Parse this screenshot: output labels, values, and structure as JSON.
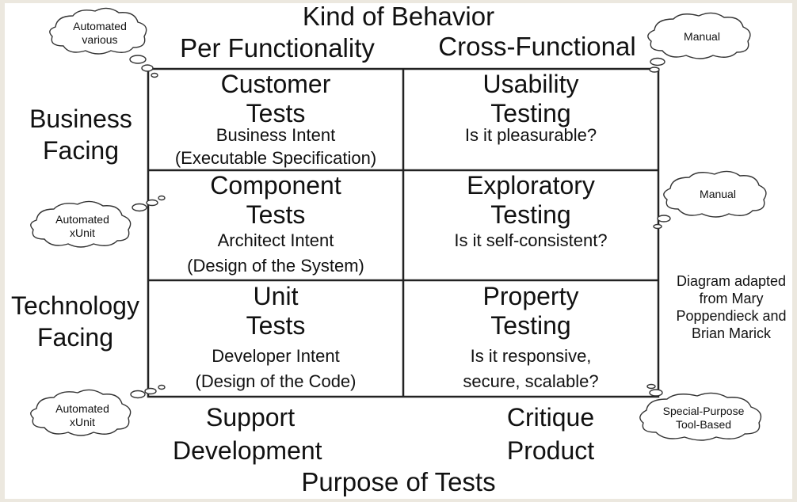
{
  "title_top": "Kind of Behavior",
  "title_bottom": "Purpose of Tests",
  "columns": [
    "Per Functionality",
    "Cross-Functional"
  ],
  "rows": [
    {
      "lines": [
        "Business",
        "Facing"
      ]
    },
    {
      "lines": [
        "Technology",
        "Facing"
      ]
    }
  ],
  "bottom_labels": [
    {
      "lines": [
        "Support",
        "Development"
      ]
    },
    {
      "lines": [
        "Critique",
        "Product"
      ]
    }
  ],
  "cells": [
    {
      "title": [
        "Customer",
        "Tests"
      ],
      "sub": [
        "Business Intent",
        "(Executable  Specification)"
      ]
    },
    {
      "title": [
        "Usability",
        "Testing"
      ],
      "sub": [
        "Is it pleasurable?"
      ]
    },
    {
      "title": [
        "Component",
        "Tests"
      ],
      "sub": [
        "Architect Intent",
        "(Design of the System)"
      ]
    },
    {
      "title": [
        "Exploratory",
        "Testing"
      ],
      "sub": [
        "Is it self-consistent?"
      ]
    },
    {
      "title": [
        "Unit",
        "Tests"
      ],
      "sub": [
        "Developer Intent",
        "(Design of the Code)"
      ]
    },
    {
      "title": [
        "Property",
        "Testing"
      ],
      "sub": [
        "Is it responsive,",
        "secure, scalable?"
      ]
    }
  ],
  "clouds": [
    {
      "lines": [
        "Automated",
        "various"
      ]
    },
    {
      "lines": [
        "Manual"
      ]
    },
    {
      "lines": [
        "Automated",
        "xUnit"
      ]
    },
    {
      "lines": [
        "Manual"
      ]
    },
    {
      "lines": [
        "Automated",
        "xUnit"
      ]
    },
    {
      "lines": [
        "Special-Purpose",
        "Tool-Based"
      ]
    }
  ],
  "attribution": [
    "Diagram adapted",
    "from Mary",
    "Poppendieck and",
    "Brian Marick"
  ]
}
